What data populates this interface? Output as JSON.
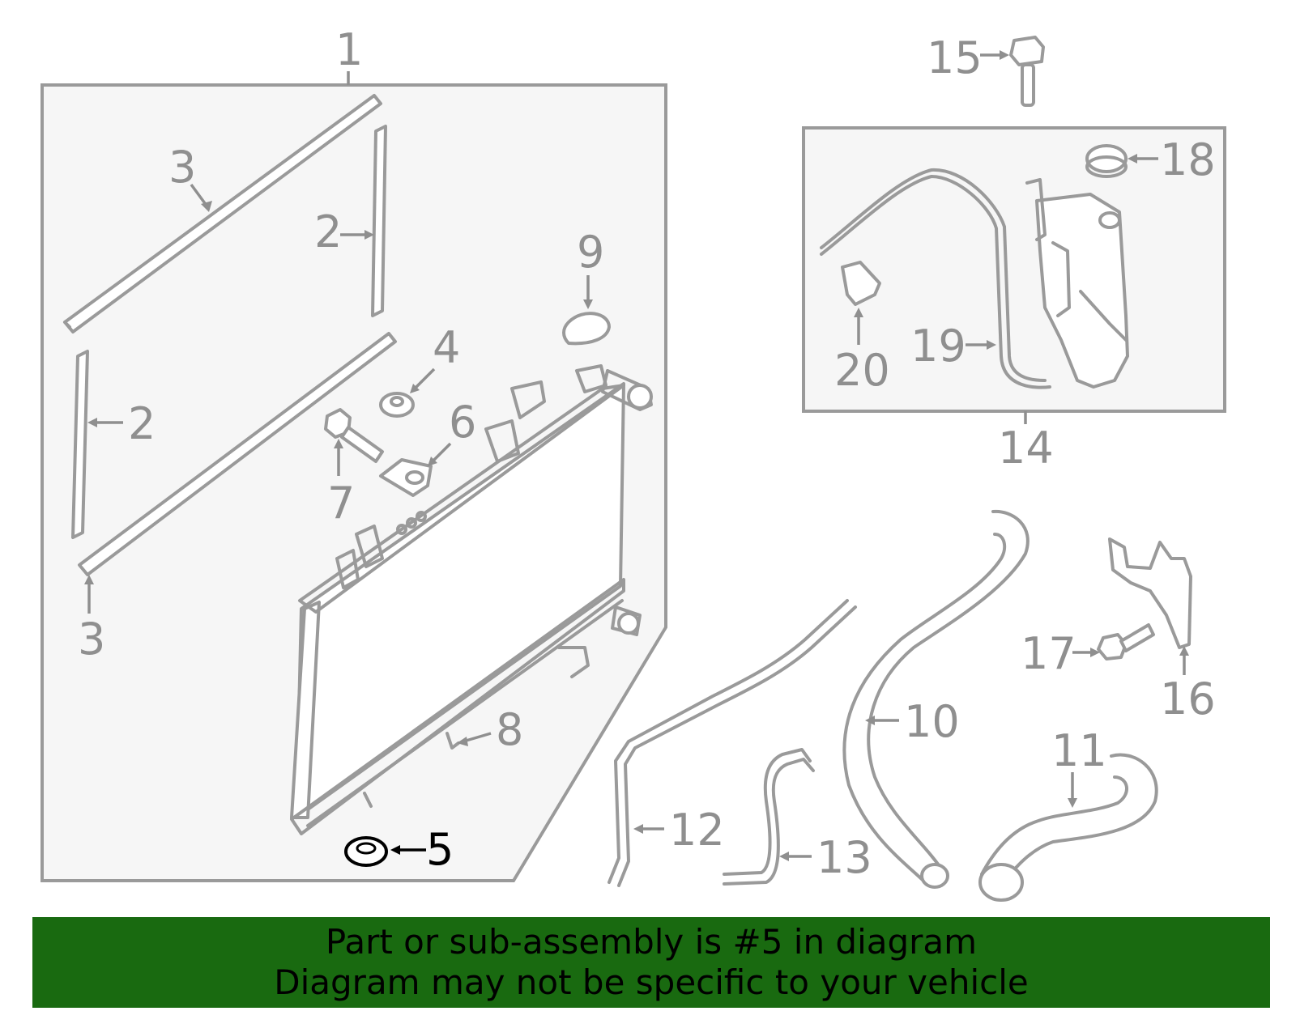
{
  "diagram": {
    "highlighted_part": "5",
    "callouts": {
      "p1": "1",
      "p2a": "2",
      "p2b": "2",
      "p3a": "3",
      "p3b": "3",
      "p4": "4",
      "p5": "5",
      "p6": "6",
      "p7": "7",
      "p8": "8",
      "p9": "9",
      "p10": "10",
      "p11": "11",
      "p12": "12",
      "p13": "13",
      "p14": "14",
      "p15": "15",
      "p16": "16",
      "p17": "17",
      "p18": "18",
      "p19": "19",
      "p20": "20"
    }
  },
  "banner": {
    "line1": "Part or sub-assembly is #5 in diagram",
    "line2": "Diagram may not be specific to your vehicle",
    "background": "#196a10"
  },
  "colors": {
    "line": "#9a9a9a",
    "highlight": "#000000"
  }
}
